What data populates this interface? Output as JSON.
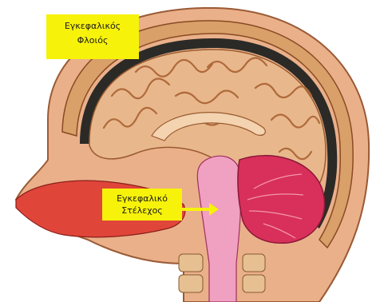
{
  "labels": {
    "cortex_line1": "Εγκεφαλικός",
    "cortex_line2": "Φλοιός",
    "stem_line1": "Εγκεφαλικό",
    "stem_line2": "Στέλεχος"
  },
  "colors": {
    "skin": "#eab08a",
    "skull": "#d9a06a",
    "cortex": "#e8b88c",
    "cortex_fold": "#b06a3c",
    "meninges": "#2b2a26",
    "cerebellum": "#d8305a",
    "brainstem": "#f0a0c0",
    "nasal": "#e0453a",
    "highlight": "#f7f20a"
  }
}
